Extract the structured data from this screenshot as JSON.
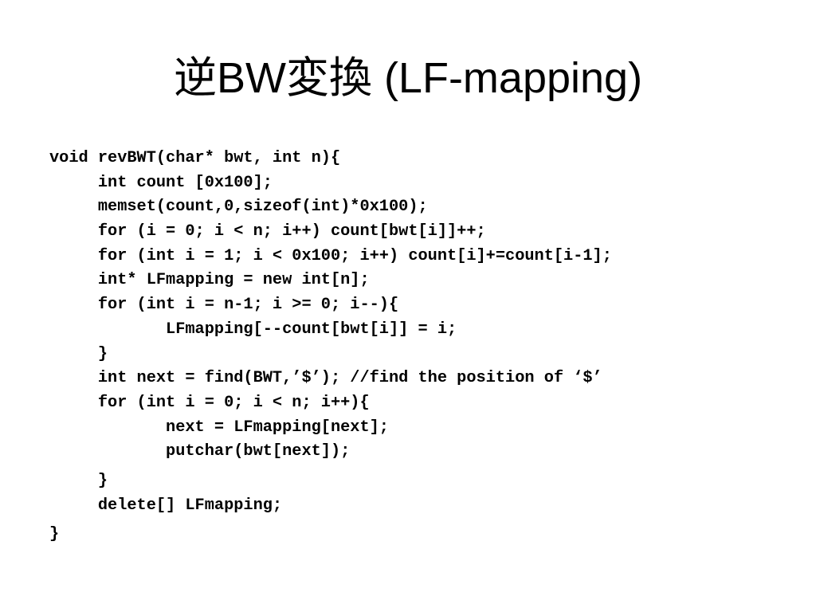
{
  "slide": {
    "title": "逆BW変換 (LF-mapping)",
    "code_lines": [
      "void revBWT(char* bwt, int n){",
      "     int count [0x100];",
      "     memset(count,0,sizeof(int)*0x100);",
      "     for (i = 0; i < n; i++) count[bwt[i]]++;",
      "     for (int i = 1; i < 0x100; i++) count[i]+=count[i-1];",
      "     int* LFmapping = new int[n];",
      "     for (int i = n-1; i >= 0; i--){",
      "            LFmapping[--count[bwt[i]] = i;",
      "     }",
      "     int next = find(BWT,’$’); //find the position of ‘$’",
      "     for (int i = 0; i < n; i++){",
      "            next = LFmapping[next];",
      "            putchar(bwt[next]);",
      "     }",
      "     delete[] LFmapping;",
      "}"
    ]
  }
}
